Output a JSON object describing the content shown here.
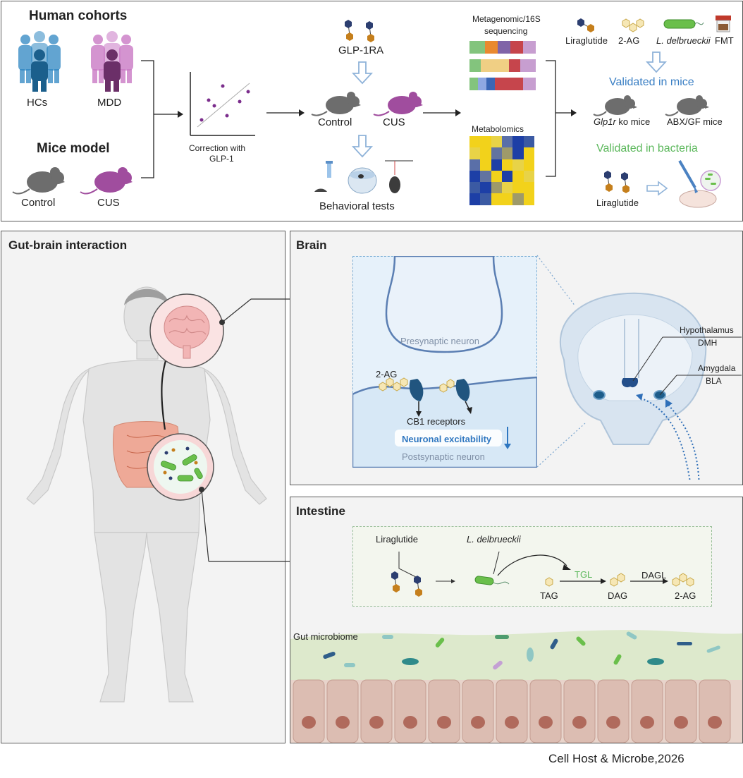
{
  "top": {
    "human_cohorts": "Human cohorts",
    "hcs": "HCs",
    "mdd": "MDD",
    "mice_model": "Mice model",
    "control": "Control",
    "cus": "CUS",
    "correction_line1": "Correction with",
    "correction_line2": "GLP-1",
    "glp1ra": "GLP-1RA",
    "control2": "Control",
    "cus2": "CUS",
    "behavioral": "Behavioral tests",
    "seq_line1": "Metagenomic/16S",
    "seq_line2": "sequencing",
    "metabolomics": "Metabolomics",
    "liraglutide": "Liraglutide",
    "two_ag": "2-AG",
    "ldel": "L. delbrueckii",
    "fmt": "FMT",
    "validated_mice": "Validated in mice",
    "glp1r": "Glp1r",
    "ko_mice": " ko mice",
    "abx": "ABX/GF mice",
    "validated_bacteria": "Validated in bacteria",
    "liraglutide2": "Liraglutide"
  },
  "gut_brain": {
    "title": "Gut-brain interaction"
  },
  "brain": {
    "title": "Brain",
    "presynaptic": "Presynaptic neuron",
    "two_ag": "2-AG",
    "cb1": "CB1 receptors",
    "excitability": "Neuronal excitability",
    "postsynaptic": "Postsynaptic neuron",
    "hypothalamus": "Hypothalamus",
    "dmh": "DMH",
    "amygdala": "Amygdala",
    "bla": "BLA"
  },
  "intestine": {
    "title": "Intestine",
    "liraglutide": "Liraglutide",
    "ldel": "L. delbrueckii",
    "tgl": "TGL",
    "dagl": "DAGL",
    "tag": "TAG",
    "dag": "DAG",
    "two_ag": "2-AG",
    "gut_microbiome": "Gut microbiome"
  },
  "citation": "Cell Host & Microbe,2026",
  "colors": {
    "blue_person": "#2e86c1",
    "pink_person": "#c979c4",
    "mouse_gray": "#6d6d6d",
    "mouse_purple": "#a04d9e",
    "validated_blue": "#3a7fc4",
    "validated_green": "#5cb85c",
    "excitability_blue": "#2f77c0"
  }
}
